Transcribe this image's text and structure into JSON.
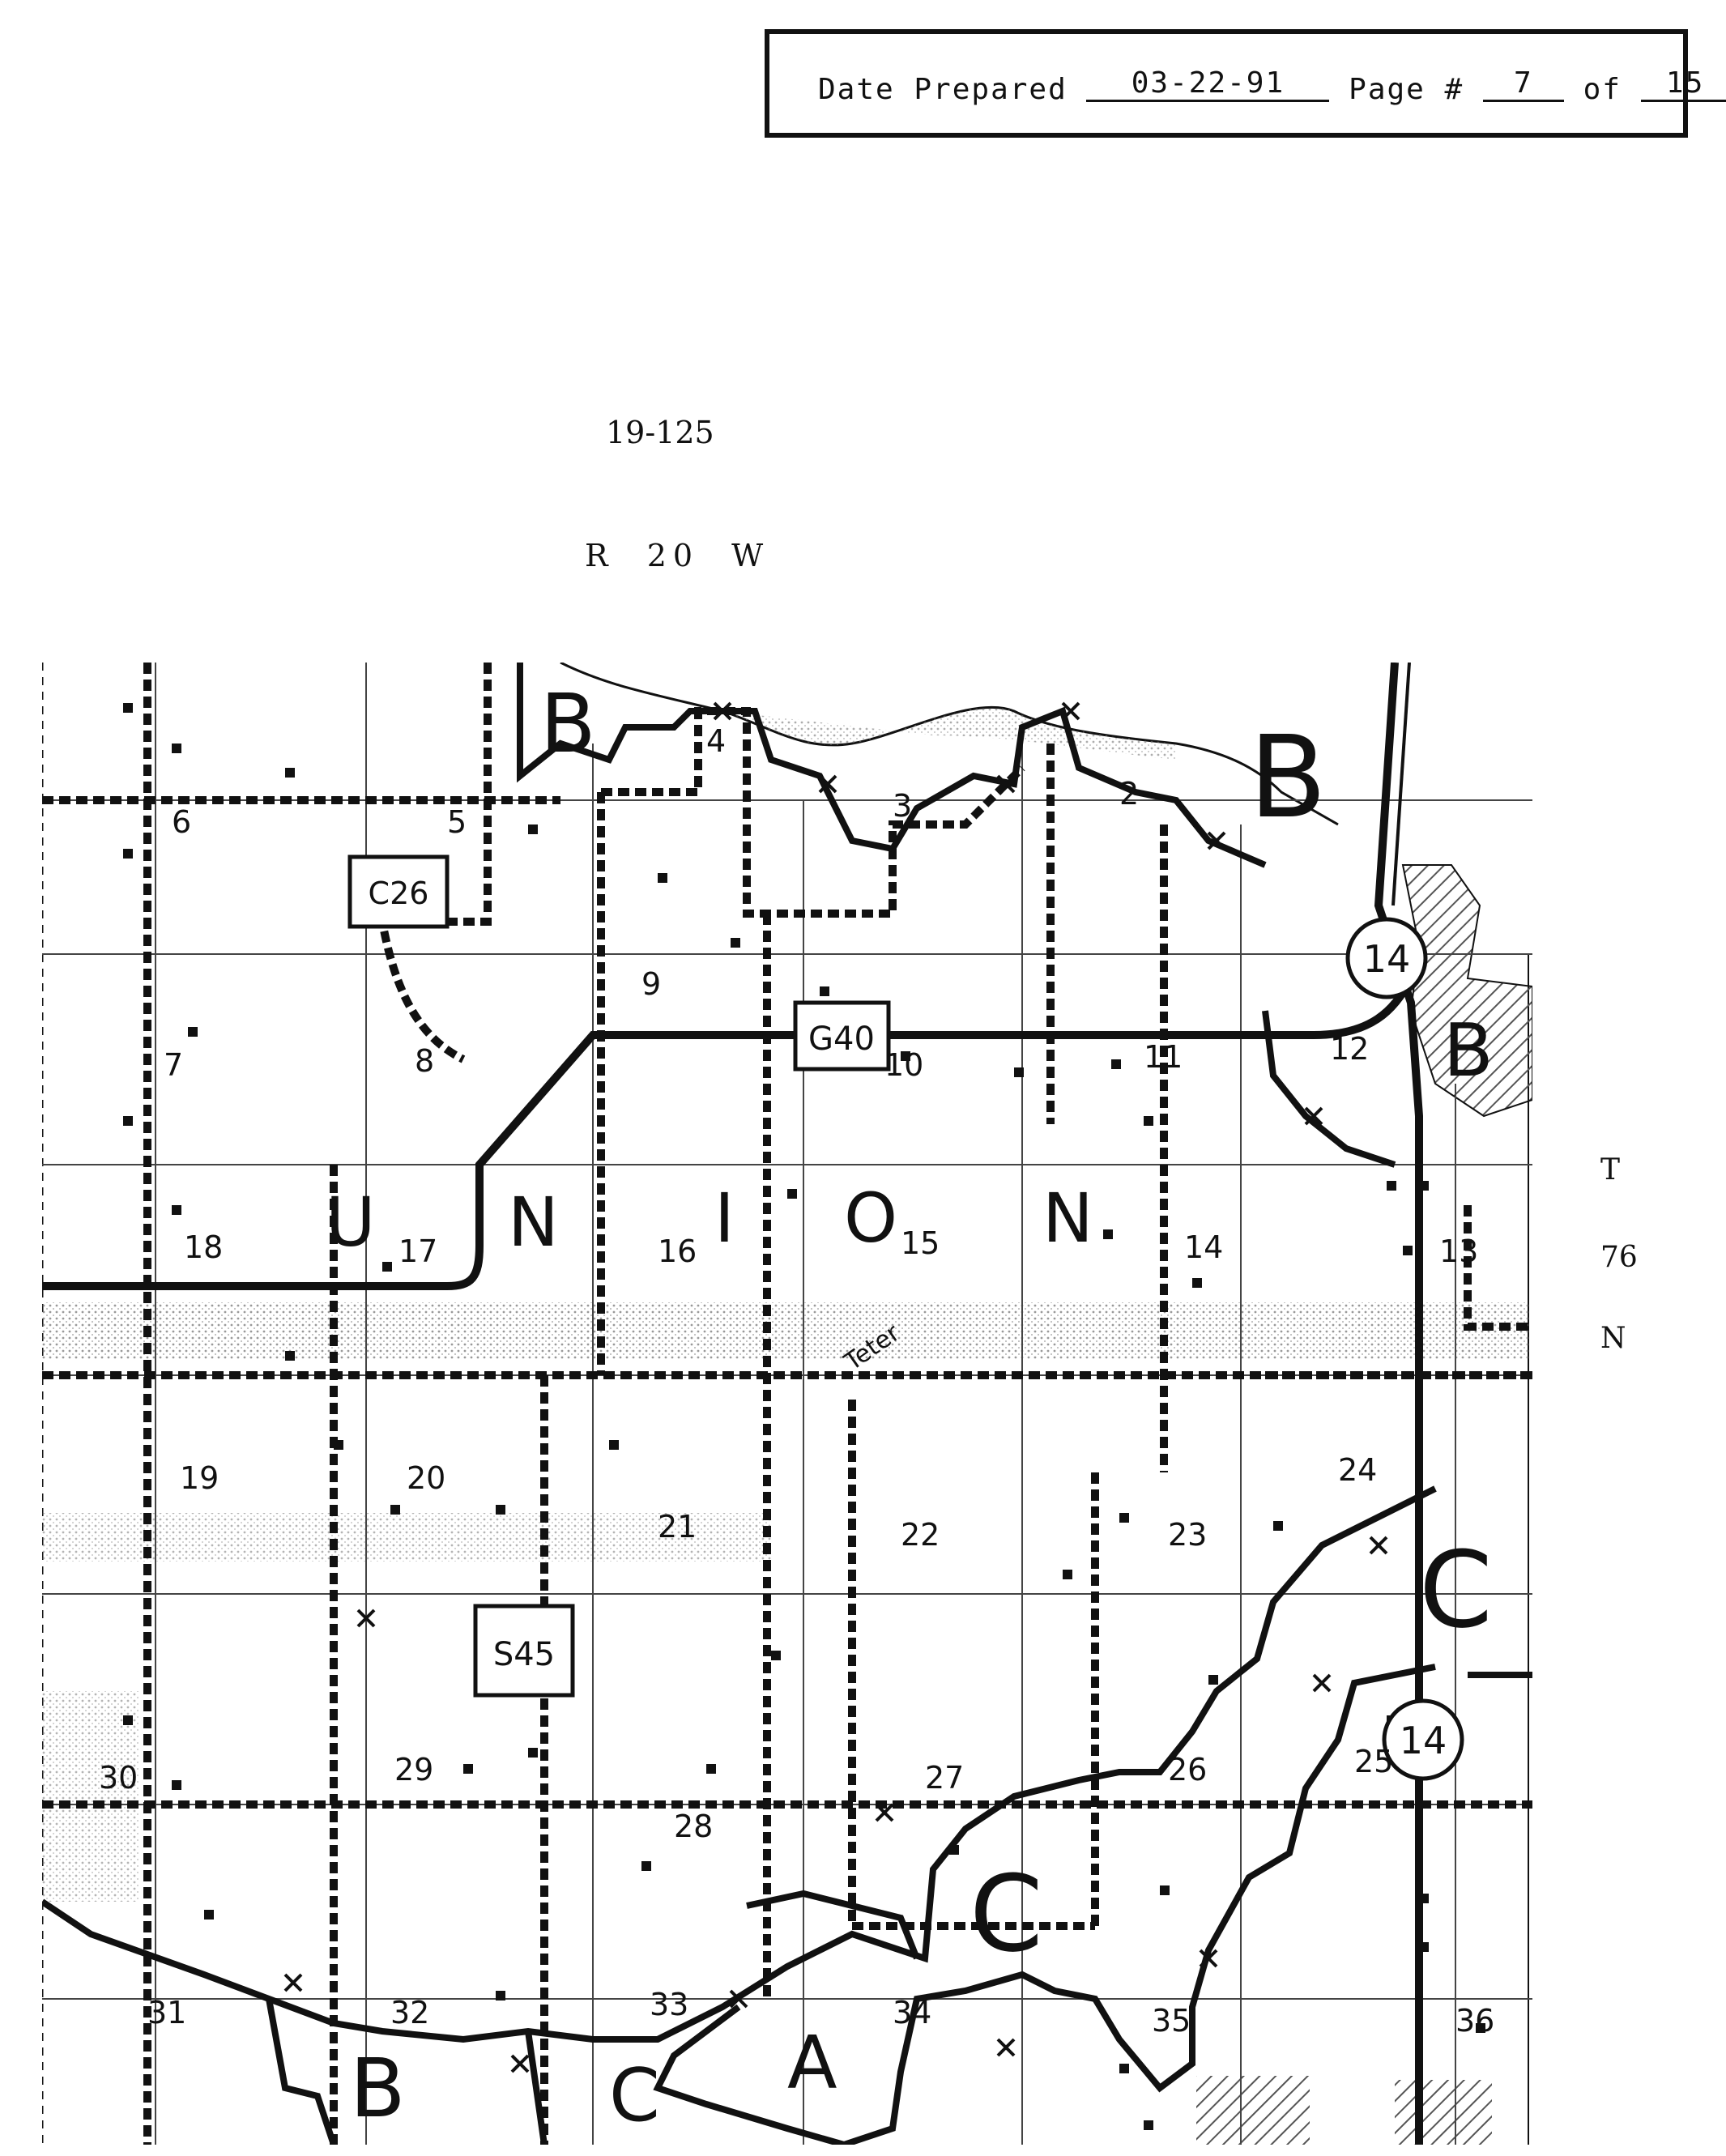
{
  "header": {
    "date_label": "Date Prepared",
    "date_value": "03-22-91",
    "page_label": "Page #",
    "page_value": "7",
    "of_label": "of",
    "total_value": "15"
  },
  "map_id": "19-125",
  "range": "R 20 W",
  "township": [
    "T",
    "76",
    "N"
  ],
  "map": {
    "township_name_letters": [
      "U",
      "N",
      "I",
      "O",
      "N"
    ],
    "road_labels": [
      "G40",
      "C26",
      "S45"
    ],
    "route_labels": [
      "14",
      "14"
    ],
    "zone_labels": [
      "B",
      "B",
      "B",
      "B",
      "C",
      "C",
      "C",
      "A"
    ],
    "street_label": "Teter",
    "sections": [
      {
        "n": "6"
      },
      {
        "n": "5"
      },
      {
        "n": "4"
      },
      {
        "n": "3"
      },
      {
        "n": "2"
      },
      {
        "n": "7"
      },
      {
        "n": "8"
      },
      {
        "n": "9"
      },
      {
        "n": "10"
      },
      {
        "n": "11"
      },
      {
        "n": "12"
      },
      {
        "n": "18"
      },
      {
        "n": "17"
      },
      {
        "n": "16"
      },
      {
        "n": "15"
      },
      {
        "n": "14"
      },
      {
        "n": "13"
      },
      {
        "n": "19"
      },
      {
        "n": "20"
      },
      {
        "n": "21"
      },
      {
        "n": "22"
      },
      {
        "n": "23"
      },
      {
        "n": "24"
      },
      {
        "n": "30"
      },
      {
        "n": "29"
      },
      {
        "n": "28"
      },
      {
        "n": "27"
      },
      {
        "n": "26"
      },
      {
        "n": "25"
      },
      {
        "n": "31"
      },
      {
        "n": "32"
      },
      {
        "n": "33"
      },
      {
        "n": "34"
      },
      {
        "n": "35"
      },
      {
        "n": "36"
      }
    ]
  },
  "colors": {
    "ink": "#111111",
    "paper": "#ffffff",
    "hatch": "#555555"
  }
}
